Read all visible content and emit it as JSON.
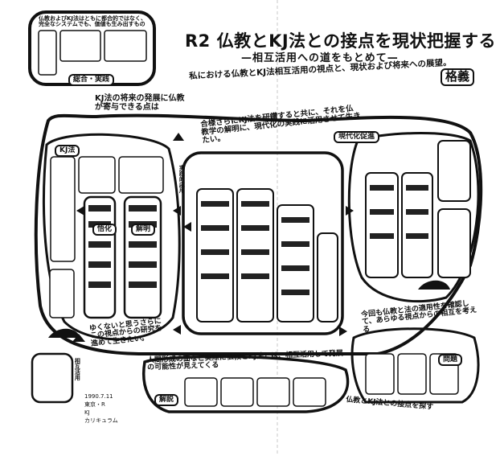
{
  "title": "R2 仏教とKJ法との接点を現状把握する",
  "subtitle": "—相互活用への道をもとめて—",
  "badges": {
    "kakugi": "格義",
    "gendaika": "現代化促進",
    "goka": "悟化",
    "kaimei": "解明",
    "mondai": "問題",
    "kaisei": "解説"
  },
  "top_left_note": "仏教およびKJ法はともに都合的ではなく、完全なシステムでも、価値も生み出すもの",
  "top_left_label": "総合・実践",
  "main_band": "私における仏教とKJ法相互活用の視点と、現状および将来への展望。",
  "kj_future": "KJ法の将来の発展に仏教が寄与できる点は",
  "buddhism_goal": "合様さらにKJ法を研鑽すると共に、それを仏教学の解明に、現代化の実践に活用させて生きたい。",
  "bottom_mid": "人間形成の面など実際に仏教とKJ法とは、相互活用して発展の可能性が見えてくる",
  "bottom_left": "ゆくないと思うさらにこの視点からの研究を進めて生きたい。",
  "bottom_right": "今回も仏教と法の適用性を確認して、あらゆる視点からの相互を考える",
  "bottom_base": "仏教とKJ法との接点を探す",
  "kj_label": "KJ法",
  "footer_meta": [
    "1990.7.11",
    "東京・R",
    "KJ",
    "カリキュラム"
  ],
  "vertical_label": "実践的応用",
  "vertical_label2": "相互活用"
}
